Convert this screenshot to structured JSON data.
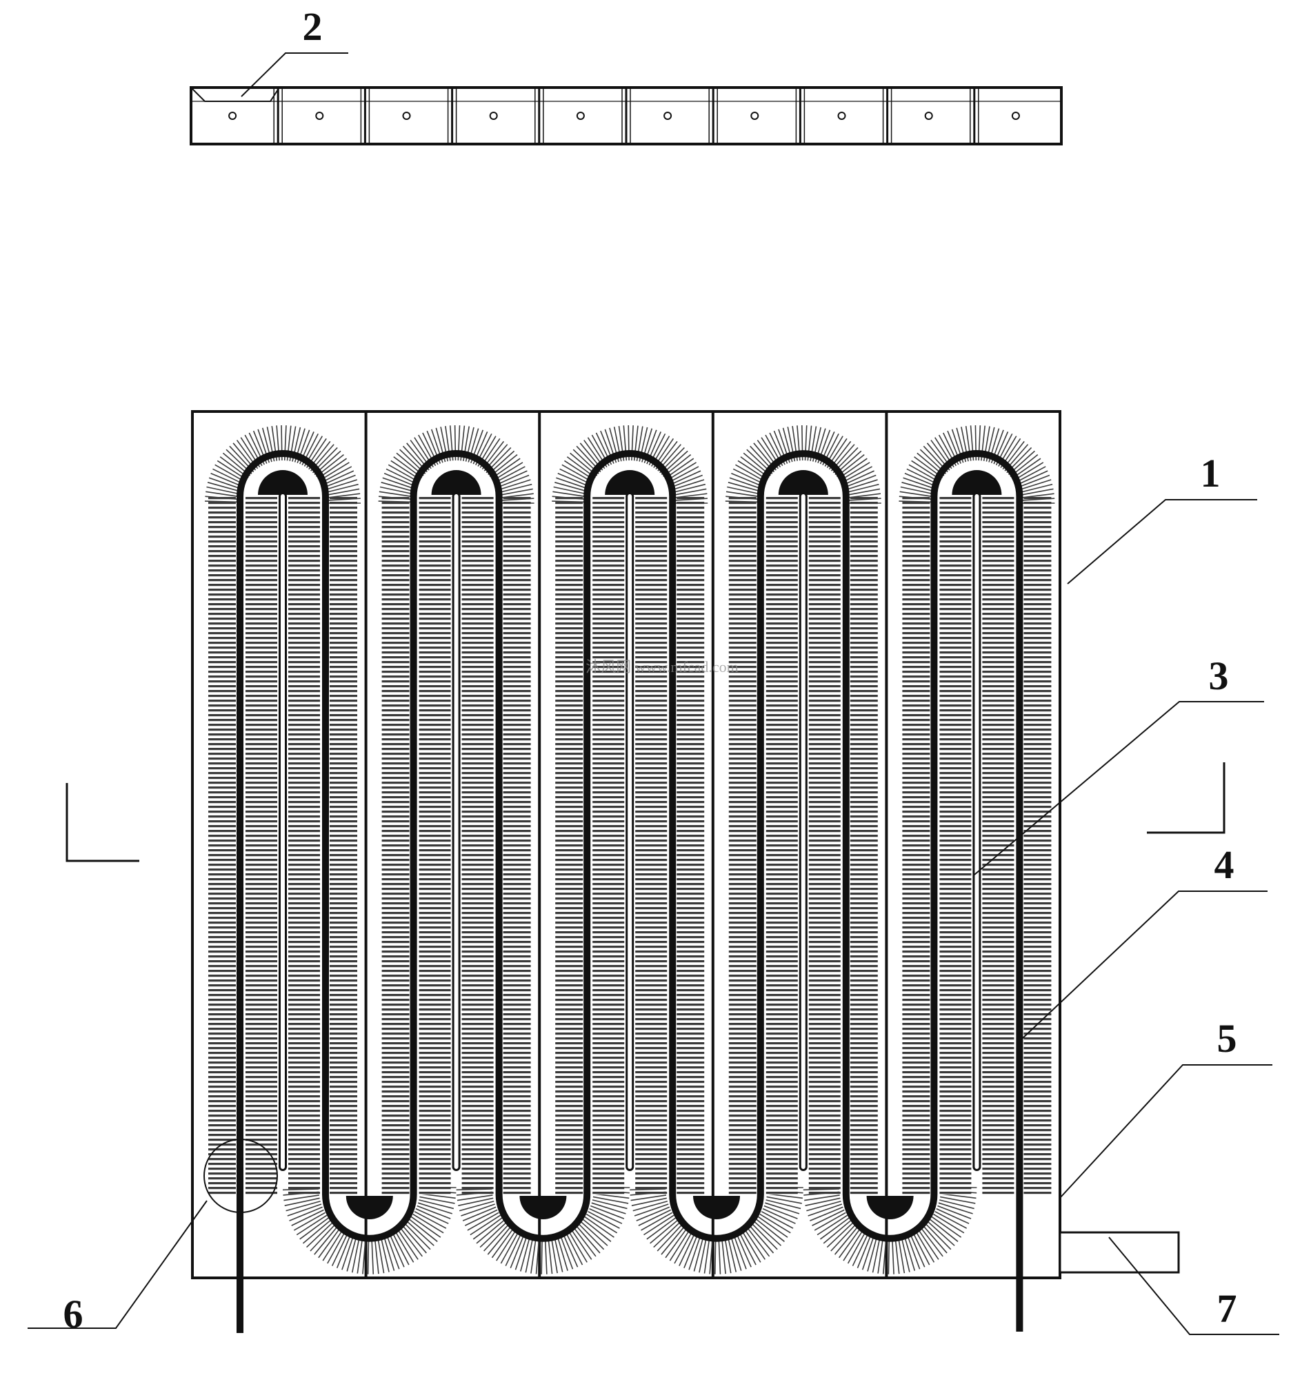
{
  "diagram": {
    "labels": [
      {
        "id": "label-1",
        "text": "1"
      },
      {
        "id": "label-2",
        "text": "2"
      },
      {
        "id": "label-3",
        "text": "3"
      },
      {
        "id": "label-4",
        "text": "4"
      },
      {
        "id": "label-5",
        "text": "5"
      },
      {
        "id": "label-6",
        "text": "6"
      },
      {
        "id": "label-7",
        "text": "7"
      }
    ],
    "top_strip_segments": 10,
    "panel_channels": 5,
    "watermark": "沐风网 www.mfcad.com",
    "colors": {
      "line": "#111111",
      "hatch": "#3a3a3a",
      "background": "#ffffff"
    }
  }
}
